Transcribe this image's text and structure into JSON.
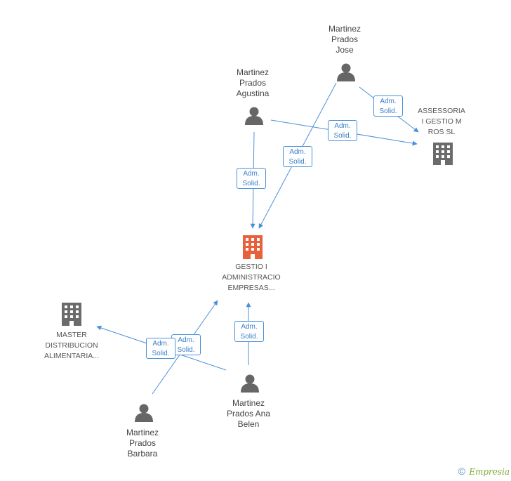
{
  "nodes": {
    "jose": {
      "label": "Martinez\nPrados\nJose",
      "type": "person"
    },
    "agustina": {
      "label": "Martinez\nPrados\nAgustina",
      "type": "person"
    },
    "assessoria": {
      "label": "ASSESSORIA\nI GESTIO M\nROS SL",
      "type": "company"
    },
    "gestio": {
      "label": "GESTIO I\nADMINISTRACIO\nEMPRESAS...",
      "type": "company-main"
    },
    "master": {
      "label": "MASTER\nDISTRIBUCION\nALIMENTARIA...",
      "type": "company"
    },
    "ana_belen": {
      "label": "Martinez\nPrados Ana\nBelen",
      "type": "person"
    },
    "barbara": {
      "label": "Martinez\nPrados\nBarbara",
      "type": "person"
    }
  },
  "relations": [
    {
      "line1": "Adm.",
      "line2": "Solid."
    },
    {
      "line1": "Adm.",
      "line2": "Solid."
    },
    {
      "line1": "Adm.",
      "line2": "Solid."
    },
    {
      "line1": "Adm.",
      "line2": "Solid."
    },
    {
      "line1": "Adm.",
      "line2": "Solid."
    },
    {
      "line1": "Adm.",
      "line2": "Solid."
    },
    {
      "line1": "Adm.",
      "line2": "Solid."
    }
  ],
  "footer": {
    "copyright": "©",
    "brand": "Empresia"
  },
  "colors": {
    "edge": "#4a90d9",
    "person_icon": "#666666",
    "company_icon": "#6b6b6b",
    "main_company_icon": "#e8603c"
  },
  "icons": {
    "person": "person-icon",
    "company": "building-icon"
  }
}
